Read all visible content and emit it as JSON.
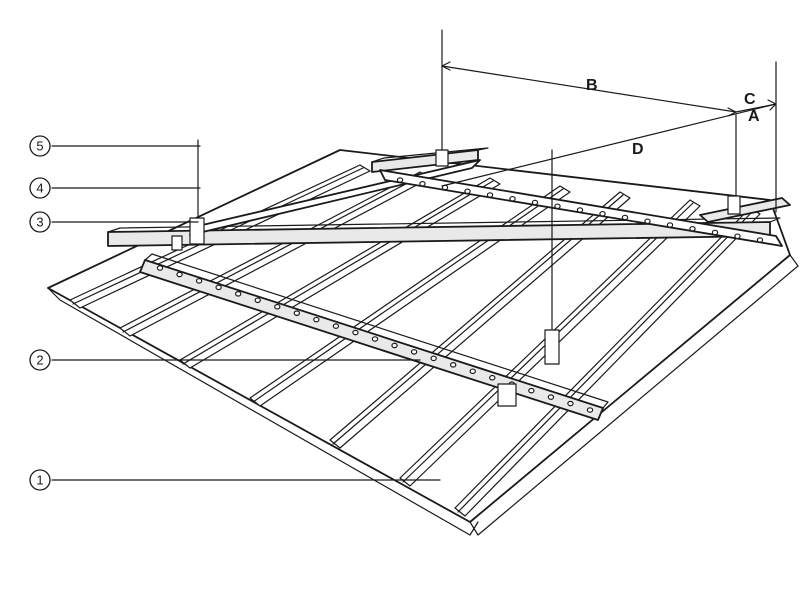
{
  "callouts": [
    {
      "id": "5",
      "text": "5"
    },
    {
      "id": "4",
      "text": "4"
    },
    {
      "id": "3",
      "text": "3"
    },
    {
      "id": "2",
      "text": "2"
    },
    {
      "id": "1",
      "text": "1"
    }
  ],
  "dimensions": {
    "b": "B",
    "c": "C",
    "a": "A",
    "d": "D"
  }
}
